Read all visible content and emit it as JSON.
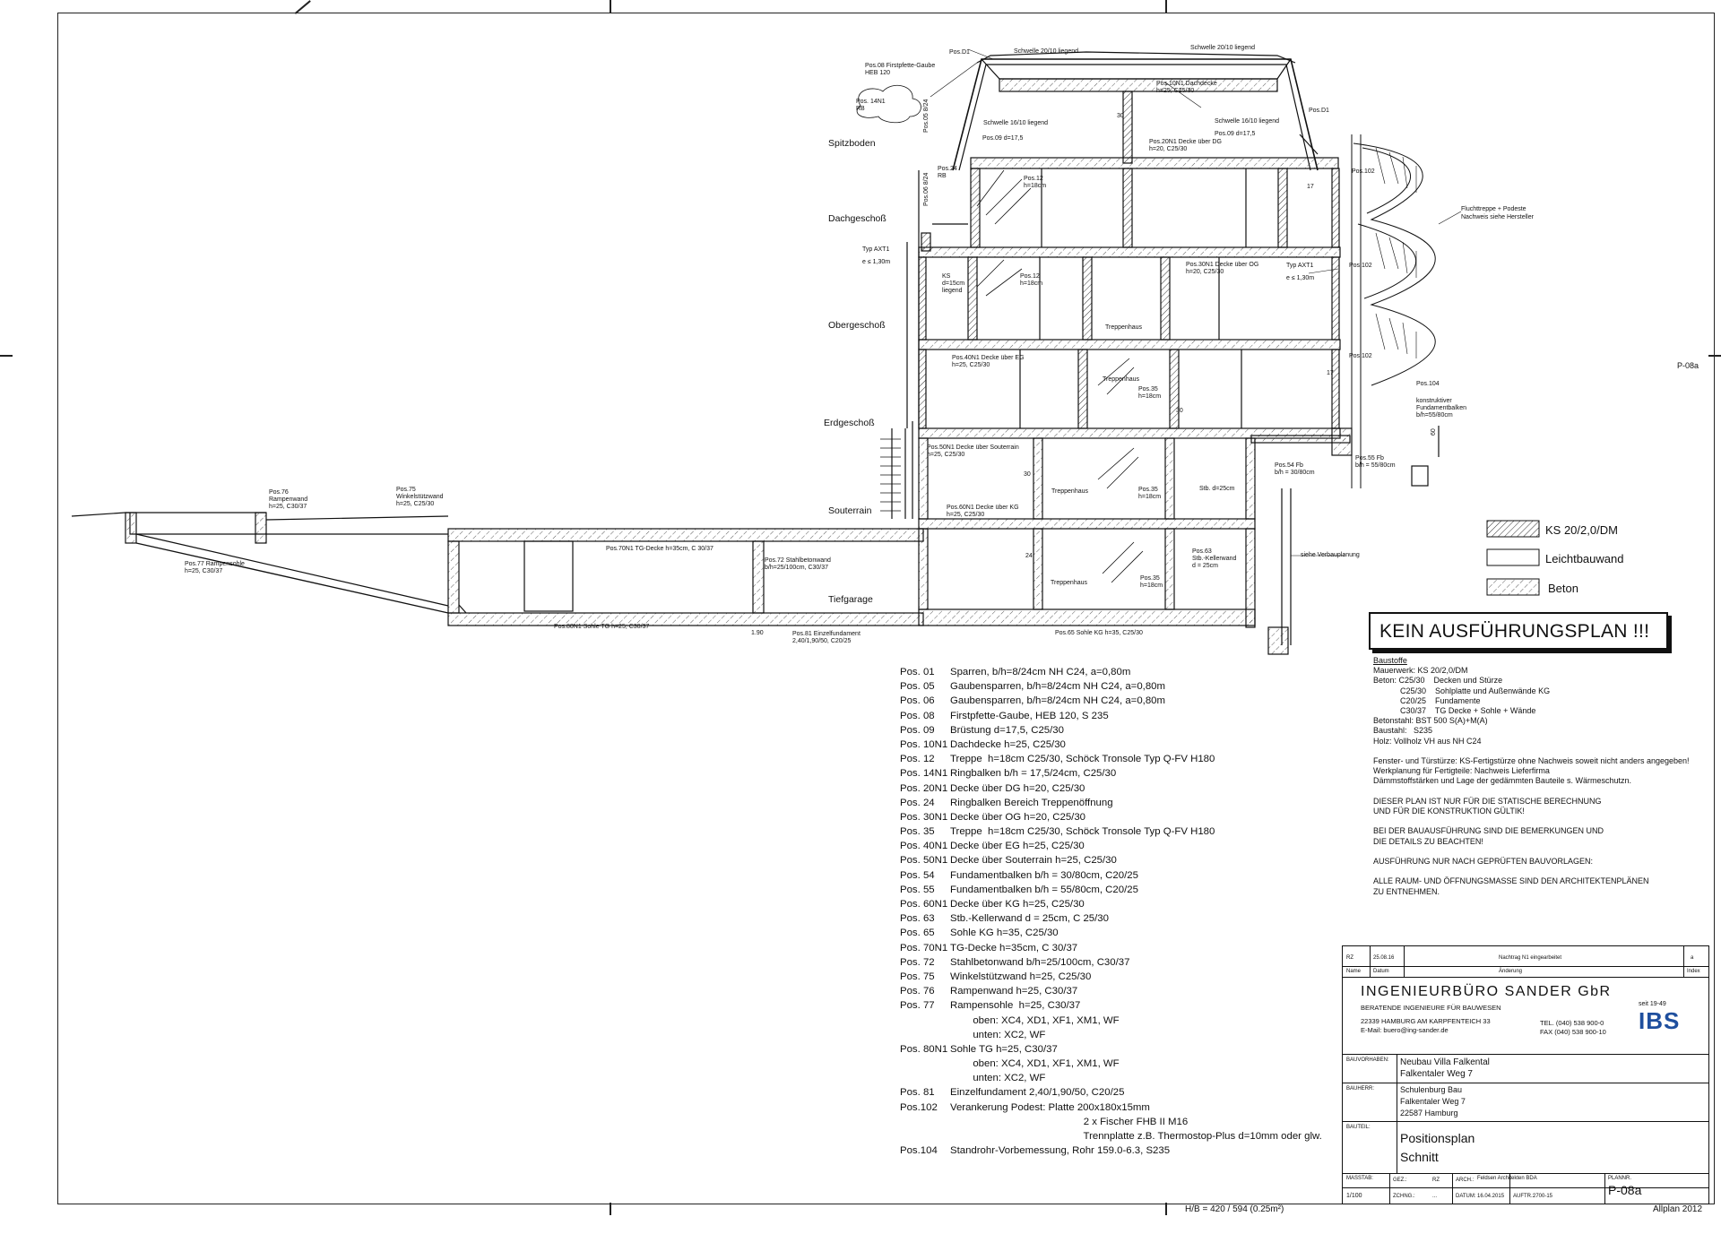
{
  "plan_id_side": "P-08a",
  "footer": {
    "format": "H/B = 420 / 594 (0.25m²)",
    "software": "Allplan 2012"
  },
  "levels": [
    {
      "label": "Spitzboden"
    },
    {
      "label": "Dachgeschoß"
    },
    {
      "label": "Obergeschoß"
    },
    {
      "label": "Erdgeschoß"
    },
    {
      "label": "Souterrain"
    },
    {
      "label": "Tiefgarage"
    }
  ],
  "legend": [
    {
      "label": "KS 20/2,0/DM",
      "pattern": "hatch"
    },
    {
      "label": "Leichtbauwand",
      "pattern": "empty"
    },
    {
      "label": "Beton",
      "pattern": "hatch-dashed"
    }
  ],
  "warning": "KEIN AUSFÜHRUNGSPLAN !!!",
  "drawing_labels": {
    "schwelle1": "Schwelle 20/10 liegend",
    "schwelle2": "Schwelle 20/10 liegend",
    "schwelle3": "Schwelle 16/10 liegend",
    "schwelle4": "Schwelle 16/10 liegend",
    "posD1a": "Pos.D1",
    "posD1b": "Pos.D1",
    "pos08": "Pos.08 Firstpfette-Gaube",
    "pos08b": "HEB 120",
    "pos14a": "Pos. 14N1",
    "pos14b": "RB",
    "pos05": "Pos.05 8/24",
    "pos10": "Pos.10N1 Dachdecke",
    "pos10b": "h=25, C25/30",
    "pos09a": "Pos.09 d=17,5",
    "pos09b": "Pos.09 d=17,5",
    "pos20": "Pos.20N1 Decke über DG",
    "pos20b": "h=20, C25/30",
    "pos24a": "Pos.24",
    "pos24b": "RB",
    "pos06": "Pos.06 8/24",
    "pos12a": "Pos.12",
    "pos12b": "h=18cm",
    "pos102a": "Pos.102",
    "pos102b": "Pos.102",
    "pos102c": "Pos.102",
    "flucht1": "Fluchttreppe + Podeste",
    "flucht2": "Nachweis siehe Hersteller",
    "typaxt1": "Typ AXT1",
    "typaxt1b": "e ≤ 1,30m",
    "typaxt2": "Typ AXT1",
    "typaxt2b": "e ≤ 1,30m",
    "ks1": "KS",
    "ks2": "d=15cm",
    "ks3": "liegend",
    "pos12c": "Pos.12",
    "pos12d": "h=18cm",
    "pos30": "Pos.30N1 Decke über OG",
    "pos30b": "h=20, C25/30",
    "treppenhaus1": "Treppenhaus",
    "pos40": "Pos.40N1 Decke über EG",
    "pos40b": "h=25, C25/30",
    "treppenhaus2": "Treppenhaus",
    "pos35a": "Pos.35",
    "pos35b": "h=18cm",
    "pos104": "Pos.104",
    "konstr1": "konstruktiver",
    "konstr2": "Fundamentbalken",
    "konstr3": "b/h=55/80cm",
    "pos50": "Pos.50N1 Decke über Souterrain",
    "pos50b": "h=25, C25/30",
    "pos54": "Pos.54 Fb",
    "pos54b": "b/h = 30/80cm",
    "pos55": "Pos.55 Fb",
    "pos55b": "b/h = 55/80cm",
    "treppenhaus3": "Treppenhaus",
    "pos35c": "Pos.35",
    "pos35d": "h=18cm",
    "stb": "Stb. d=25cm",
    "pos60": "Pos.60N1 Decke über KG",
    "pos60b": "h=25, C25/30",
    "pos76": "Pos.76",
    "pos76b": "Rampenwand",
    "pos76c": "h=25, C30/37",
    "pos75": "Pos.75",
    "pos75b": "Winkelstützwand",
    "pos75c": "h=25, C25/30",
    "pos77": "Pos.77 Rampensohle",
    "pos77b": "h=25, C30/37",
    "pos70": "Pos.70N1 TG-Decke h=35cm, C 30/37",
    "pos72": "Pos.72 Stahlbetonwand",
    "pos72b": "b/h=25/100cm, C30/37",
    "treppenhaus4": "Treppenhaus",
    "pos35e": "Pos.35",
    "pos35f": "h=18cm",
    "pos63": "Pos.63",
    "pos63b": "Stb.-Kellerwand",
    "pos63c": "d = 25cm",
    "verbau": "siehe Verbauplanung",
    "pos80": "Pos.80N1 Sohle TG h=25, C30/37",
    "dim190": "1.90",
    "pos81": "Pos.81 Einzelfundament",
    "pos81b": "2,40/1,90/50, C20/25",
    "pos65": "Pos.65 Sohle KG h=35, C25/30",
    "dim30a": "30",
    "dim30b": "30",
    "dim30c": "30",
    "dim24": "24",
    "dim60": "60",
    "dim17a": "17",
    "dim17b": "17"
  },
  "positions": [
    {
      "no": "Pos.  01",
      "text": "Sparren, b/h=8/24cm NH C24, a=0,80m"
    },
    {
      "no": "Pos.  05",
      "text": "Gaubensparren, b/h=8/24cm NH C24, a=0,80m"
    },
    {
      "no": "Pos.  06",
      "text": "Gaubensparren, b/h=8/24cm NH C24, a=0,80m"
    },
    {
      "no": "Pos.  08",
      "text": "Firstpfette-Gaube, HEB 120, S 235"
    },
    {
      "no": "Pos.  09",
      "text": "Brüstung d=17,5, C25/30"
    },
    {
      "no": "Pos.  10N1",
      "text": "Dachdecke h=25, C25/30"
    },
    {
      "no": "Pos.  12",
      "text": "Treppe  h=18cm C25/30, Schöck Tronsole Typ Q-FV H180"
    },
    {
      "no": "Pos.  14N1",
      "text": "Ringbalken b/h = 17,5/24cm, C25/30"
    },
    {
      "no": "Pos.  20N1",
      "text": "Decke über DG h=20, C25/30"
    },
    {
      "no": "Pos.  24",
      "text": "Ringbalken Bereich Treppenöffnung"
    },
    {
      "no": "Pos.  30N1",
      "text": "Decke über OG h=20, C25/30"
    },
    {
      "no": "Pos.  35",
      "text": "Treppe  h=18cm C25/30, Schöck Tronsole Typ Q-FV H180"
    },
    {
      "no": "Pos.  40N1",
      "text": "Decke über EG h=25, C25/30"
    },
    {
      "no": "Pos.  50N1",
      "text": "Decke über Souterrain h=25, C25/30"
    },
    {
      "no": "Pos.  54",
      "text": "Fundamentbalken b/h = 30/80cm, C20/25"
    },
    {
      "no": "Pos.  55",
      "text": "Fundamentbalken b/h = 55/80cm, C20/25"
    },
    {
      "no": "Pos.  60N1",
      "text": "Decke über KG h=25, C25/30"
    },
    {
      "no": "Pos.  63",
      "text": "Stb.-Kellerwand d = 25cm, C 25/30"
    },
    {
      "no": "Pos.  65",
      "text": "Sohle KG h=35, C25/30"
    },
    {
      "no": "Pos.  70N1",
      "text": "TG-Decke h=35cm, C 30/37"
    },
    {
      "no": "Pos.  72",
      "text": "Stahlbetonwand b/h=25/100cm, C30/37"
    },
    {
      "no": "Pos.  75",
      "text": "Winkelstützwand h=25, C25/30"
    },
    {
      "no": "Pos.  76",
      "text": "Rampenwand h=25, C30/37"
    },
    {
      "no": "Pos.  77",
      "text": "Rampensohle  h=25, C30/37"
    },
    {
      "no": "",
      "text": "        oben: XC4, XD1, XF1, XM1, WF"
    },
    {
      "no": "",
      "text": "        unten: XC2, WF"
    },
    {
      "no": "Pos.  80N1",
      "text": "Sohle TG h=25, C30/37"
    },
    {
      "no": "",
      "text": "        oben: XC4, XD1, XF1, XM1, WF"
    },
    {
      "no": "",
      "text": "        unten: XC2, WF"
    },
    {
      "no": "Pos.  81",
      "text": "Einzelfundament 2,40/1,90/50, C20/25"
    },
    {
      "no": "Pos.102",
      "text": "Verankerung Podest: Platte 200x180x15mm"
    },
    {
      "no": "",
      "text": "                                               2 x Fischer FHB II M16"
    },
    {
      "no": "",
      "text": "                                               Trennplatte z.B. Thermostop-Plus d=10mm oder glw."
    },
    {
      "no": "Pos.104",
      "text": "Standrohr-Vorbemessung, Rohr 159.0-6.3, S235"
    }
  ],
  "notes": [
    "Baustoffe",
    "Mauerwerk: KS 20/2,0/DM",
    "Beton: C25/30    Decken und Stürze",
    "            C25/30    Sohlplatte und Außenwände KG",
    "            C20/25    Fundamente",
    "            C30/37    TG Decke + Sohle + Wände",
    "Betonstahl: BST 500 S(A)+M(A)",
    "Baustahl:   S235",
    "Holz: Vollholz VH aus NH C24",
    "",
    "Fenster- und Türstürze: KS-Fertigstürze ohne Nachweis soweit nicht anders angegeben!",
    "Werkplanung für Fertigteile: Nachweis Lieferfirma",
    "Dämmstoffstärken und Lage der gedämmten Bauteile s. Wärmeschutzn.",
    "",
    "DIESER PLAN IST NUR FÜR DIE STATISCHE BERECHNUNG",
    "UND FÜR DIE KONSTRUKTION GÜLTIK!",
    "",
    "BEI DER BAUAUSFÜHRUNG SIND DIE BEMERKUNGEN UND",
    "DIE DETAILS ZU BEACHTEN!",
    "",
    "AUSFÜHRUNG NUR NACH GEPRÜFTEN BAUVORLAGEN:",
    "",
    "ALLE RAUM- UND ÖFFNUNGSMASSE SIND DEN ARCHITEKTENPLÄNEN",
    "ZU ENTNEHMEN."
  ],
  "titleblock": {
    "rev_name": "RZ",
    "rev_date": "25.08.16",
    "rev_change": "Nachtrag N1 eingearbeitet",
    "rev_index": "a",
    "hdr_name": "Name",
    "hdr_date": "Datum",
    "hdr_change": "Änderung",
    "hdr_index": "Index",
    "company": "INGENIEURBÜRO SANDER GbR",
    "company_sub": "BERATENDE INGENIEURE FÜR BAUWESEN",
    "address": "22339 HAMBURG  AM KARPFENTEICH 33",
    "email": "E-Mail: buero@ing-sander.de",
    "tel": "TEL. (040) 538 900-0",
    "fax": "FAX (040) 538 900-10",
    "seit": "seit 19-49",
    "logo": "IBS",
    "bauvorhaben_label": "BAUVORHABEN:",
    "bauvorhaben_1": "Neubau Villa Falkental",
    "bauvorhaben_2": "Falkentaler Weg 7",
    "bauherr_label": "BAUHERR:",
    "bauherr_1": "Schulenburg Bau",
    "bauherr_2": "Falkentaler Weg 7",
    "bauherr_3": "22587 Hamburg",
    "bauteil_label": "BAUTEIL:",
    "bauteil_1": "Positionsplan",
    "bauteil_2": "Schnitt",
    "massstab_label": "MASSTAB:",
    "massstab": "1/100",
    "gez_label": "GEZ.:",
    "gez": "RZ",
    "zchng_label": "ZCHNG.:",
    "zchng": "...",
    "arch_label": "ARCH.:",
    "arch": "Feldsen Architekten BDA",
    "datum_label": "DATUM:",
    "datum": "16.04.2015",
    "auftr_label": "AUFTR.:",
    "auftr": "2700-15",
    "plannr_label": "PLANNR.",
    "plannr": "P-08a"
  }
}
